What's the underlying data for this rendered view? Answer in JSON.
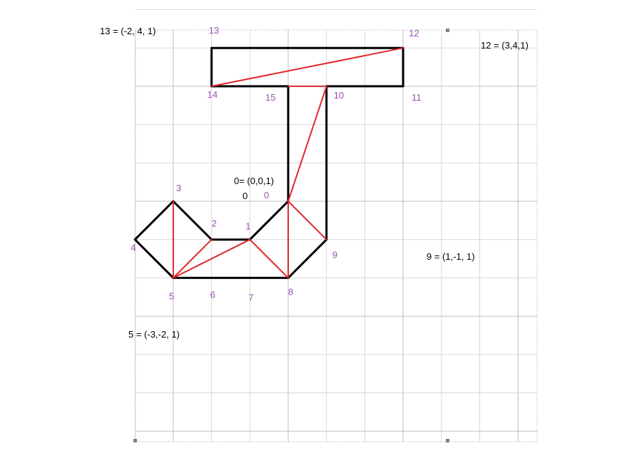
{
  "colors": {
    "outline": "#000000",
    "triangulation": "#e0272c",
    "vertex_label": "#9b4fb0",
    "grid": "#d9d9d9",
    "background": "#ffffff"
  },
  "grid": {
    "x_range": [
      -4,
      6
    ],
    "y_range": [
      -6,
      5
    ],
    "unit": 1
  },
  "vertices": [
    {
      "id": "0",
      "label": "0",
      "x": 0,
      "y": 0
    },
    {
      "id": "1",
      "label": "1",
      "x": -1,
      "y": -1
    },
    {
      "id": "2",
      "label": "2",
      "x": -2,
      "y": -1
    },
    {
      "id": "3",
      "label": "3",
      "x": -3,
      "y": 0
    },
    {
      "id": "4",
      "label": "4",
      "x": -4,
      "y": -1
    },
    {
      "id": "5",
      "label": "5",
      "x": -3,
      "y": -2
    },
    {
      "id": "6",
      "label": "6",
      "x": -2,
      "y": -2
    },
    {
      "id": "7",
      "label": "7",
      "x": -1,
      "y": -2
    },
    {
      "id": "8",
      "label": "8",
      "x": 0,
      "y": -2
    },
    {
      "id": "9",
      "label": "9",
      "x": 1,
      "y": -1
    },
    {
      "id": "10",
      "label": "10",
      "x": 1,
      "y": 3
    },
    {
      "id": "11",
      "label": "11",
      "x": 3,
      "y": 3
    },
    {
      "id": "12",
      "label": "12",
      "x": 3,
      "y": 4
    },
    {
      "id": "13",
      "label": "13",
      "x": -2,
      "y": 4
    },
    {
      "id": "14",
      "label": "14",
      "x": -2,
      "y": 3
    },
    {
      "id": "15",
      "label": "15",
      "x": 0,
      "y": 3
    }
  ],
  "outline_edges": [
    [
      "0",
      "1"
    ],
    [
      "1",
      "2"
    ],
    [
      "2",
      "3"
    ],
    [
      "3",
      "4"
    ],
    [
      "4",
      "5"
    ],
    [
      "5",
      "8"
    ],
    [
      "8",
      "9"
    ],
    [
      "9",
      "10"
    ],
    [
      "10",
      "11"
    ],
    [
      "11",
      "12"
    ],
    [
      "12",
      "13"
    ],
    [
      "13",
      "14"
    ],
    [
      "14",
      "15"
    ],
    [
      "15",
      "0"
    ]
  ],
  "triangulation_edges": [
    [
      "14",
      "12"
    ],
    [
      "15",
      "10"
    ],
    [
      "10",
      "0"
    ],
    [
      "0",
      "8"
    ],
    [
      "0",
      "9"
    ],
    [
      "1",
      "8"
    ],
    [
      "1",
      "5"
    ],
    [
      "2",
      "5"
    ],
    [
      "3",
      "5"
    ]
  ],
  "annotations": {
    "v13": "13 = (-2, 4, 1)",
    "v12": "12 = (3,4,1)",
    "v0": "0= (0,0,1)",
    "origin_mark": "0",
    "v9": "9 = (1,-1, 1)",
    "v5": "5 = (-3,-2, 1)"
  }
}
